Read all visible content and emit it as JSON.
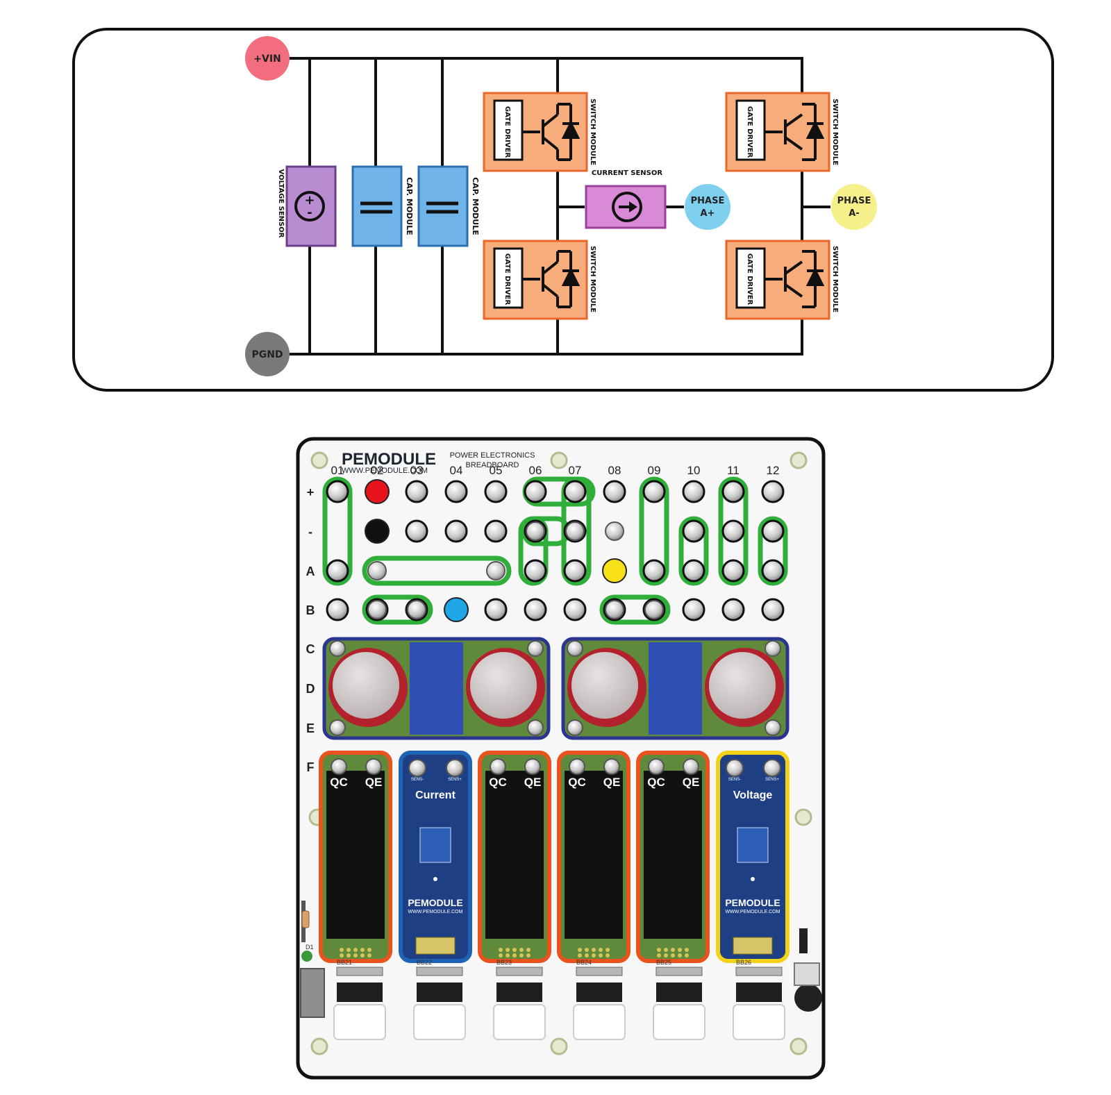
{
  "schematic": {
    "nodes": {
      "vin": "+VIN",
      "pgnd": "PGND",
      "phase_a_plus": [
        "PHASE",
        "A+"
      ],
      "phase_a_minus": [
        "PHASE",
        "A-"
      ]
    },
    "labels": {
      "voltage_sensor": "VOLTAGE SENSOR",
      "cap_module_1": "CAP. MODULE",
      "cap_module_2": "CAP. MODULE",
      "gate_driver": "GATE DRIVER",
      "switch_module": "SWITCH MODULE",
      "current_sensor": "CURRENT SENSOR"
    },
    "colors": {
      "vin": "#f26d7d",
      "pgnd": "#7a7a7a",
      "phase_a_plus": "#7fd0ef",
      "phase_a_minus": "#f5f08a",
      "voltage_sensor": "#b98bd1",
      "cap_module": "#6fb3e8",
      "switch_module": "#f6ad7b",
      "current_sensor": "#d98ad6"
    }
  },
  "board": {
    "brand": "PEMODULE",
    "brand_url": "WWW.PEMODULE.COM",
    "subtitle_line1": "POWER ELECTRONICS",
    "subtitle_line2": "BREADBOARD",
    "columns": [
      "01",
      "02",
      "03",
      "04",
      "05",
      "06",
      "07",
      "08",
      "09",
      "10",
      "11",
      "12"
    ],
    "rows": [
      "+",
      "-",
      "A",
      "B",
      "C",
      "D",
      "E",
      "F"
    ],
    "switch_labels": {
      "collector": "QC",
      "emitter": "QE"
    },
    "current_module": {
      "title": "Current",
      "pin_left": "SENS-",
      "pin_right": "SENS+"
    },
    "voltage_module": {
      "title": "Voltage",
      "pin_left": "SENS-",
      "pin_right": "SENS+"
    },
    "module_brand": "PEMODULE",
    "module_url": "WWW.PEMODULE.COM",
    "bottom_headers": [
      "BB21",
      "BB22",
      "BB23",
      "BB24",
      "BB25",
      "BB26"
    ],
    "side_labels": {
      "diode": "D1"
    },
    "marker_colors": {
      "red": "#e8141c",
      "black": "#111111",
      "blue": "#1ea7e4",
      "yellow": "#f7e017",
      "link": "#2fae3a",
      "cap_outline": "#2b3590",
      "switch_outline": "#e8531e",
      "current_outline": "#1f63b6",
      "voltage_outline": "#f3d21a"
    }
  }
}
